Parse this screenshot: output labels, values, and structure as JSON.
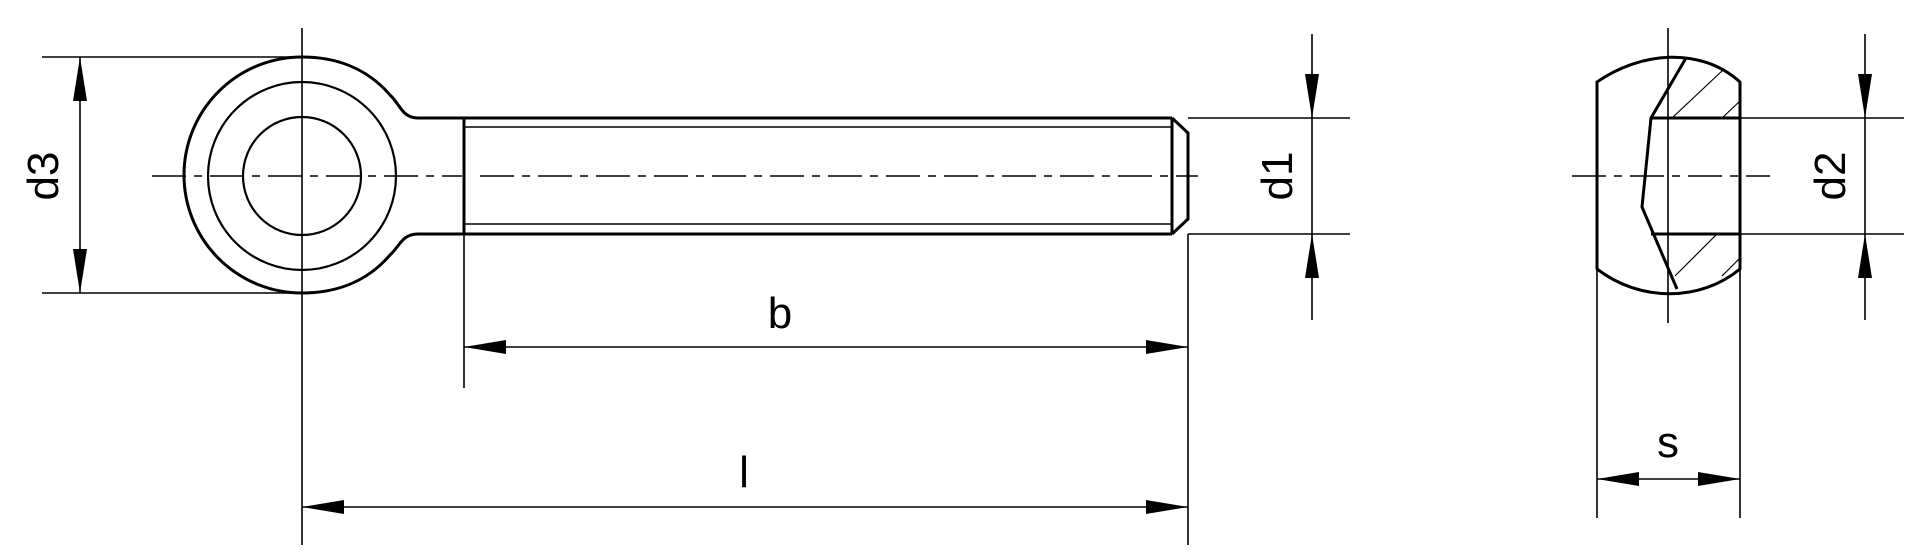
{
  "labels": {
    "d3": "d3",
    "d1": "d1",
    "b": "b",
    "l": "l",
    "d2": "d2",
    "s": "s"
  }
}
